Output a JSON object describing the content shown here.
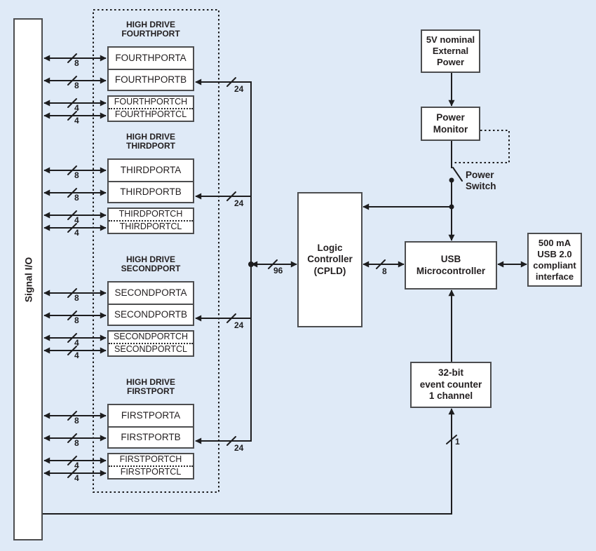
{
  "signal_io_label": "Signal I/O",
  "port_groups": [
    {
      "heading": [
        "HIGH DRIVE",
        "FOURTHPORT"
      ],
      "ports": [
        "FOURTHPORTA",
        "FOURTHPORTB",
        "FOURTHPORTCH",
        "FOURTHPORTCL"
      ],
      "bus_left": [
        "8",
        "8",
        "4",
        "4"
      ],
      "bus_right": "24"
    },
    {
      "heading": [
        "HIGH DRIVE",
        "THIRDPORT"
      ],
      "ports": [
        "THIRDPORTA",
        "THIRDPORTB",
        "THIRDPORTCH",
        "THIRDPORTCL"
      ],
      "bus_left": [
        "8",
        "8",
        "4",
        "4"
      ],
      "bus_right": "24"
    },
    {
      "heading": [
        "HIGH DRIVE",
        "SECONDPORT"
      ],
      "ports": [
        "SECONDPORTA",
        "SECONDPORTB",
        "SECONDPORTCH",
        "SECONDPORTCL"
      ],
      "bus_left": [
        "8",
        "8",
        "4",
        "4"
      ],
      "bus_right": "24"
    },
    {
      "heading": [
        "HIGH DRIVE",
        "FIRSTPORT"
      ],
      "ports": [
        "FIRSTPORTA",
        "FIRSTPORTB",
        "FIRSTPORTCH",
        "FIRSTPORTCL"
      ],
      "bus_left": [
        "8",
        "8",
        "4",
        "4"
      ],
      "bus_right": "24"
    }
  ],
  "blocks": {
    "logic_controller": [
      "Logic",
      "Controller",
      "(CPLD)"
    ],
    "usb_microcontroller": [
      "USB",
      "Microcontroller"
    ],
    "usb_interface": [
      "500 mA",
      "USB 2.0",
      "compliant",
      "interface"
    ],
    "external_power": [
      "5V nominal",
      "External",
      "Power"
    ],
    "power_monitor": [
      "Power",
      "Monitor"
    ],
    "event_counter": [
      "32-bit",
      "event counter",
      "1 channel"
    ]
  },
  "labels": {
    "power_switch": [
      "Power",
      "Switch"
    ]
  },
  "bus_widths": {
    "cpld_bus": "96",
    "usb_data": "8",
    "counter_in": "1"
  },
  "colors": {
    "background": "#dfeaf7",
    "box_border": "#4c4d4f",
    "line": "#1d1d1f",
    "text": "#231f20"
  }
}
